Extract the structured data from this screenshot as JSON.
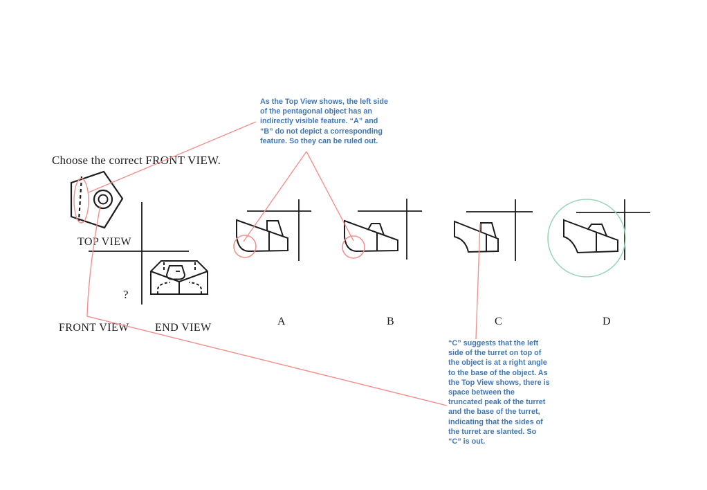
{
  "title": "Choose the correct FRONT VIEW.",
  "projection": {
    "top_view_label": "TOP VIEW",
    "front_view_label": "FRONT VIEW",
    "end_view_label": "END VIEW",
    "unknown_view_placeholder": "?"
  },
  "options": [
    {
      "label": "A"
    },
    {
      "label": "B"
    },
    {
      "label": "C"
    },
    {
      "label": "D"
    }
  ],
  "correct_answer": "D",
  "annotations": {
    "top_note": "As the Top View shows, the left side\nof the pentagonal object has an\nindirectly visible feature. “A” and\n“B” do not depict a corresponding\nfeature. So they can be ruled out.",
    "bottom_note": "“C” suggests that the left\nside of the turret on top of\nthe object is at a right angle\nto the base of the object. As\nthe Top View shows, there is\nspace between the\ntruncated peak of the turret\nand the base of the turret,\nindicating that the sides of\nthe turret are slanted. So\n“C” is out."
  },
  "colors": {
    "drawing_black": "#1c1c1c",
    "annotation_red": "#f2908d",
    "annotation_blue": "#4076b5",
    "correct_green": "#9ad6b4"
  }
}
